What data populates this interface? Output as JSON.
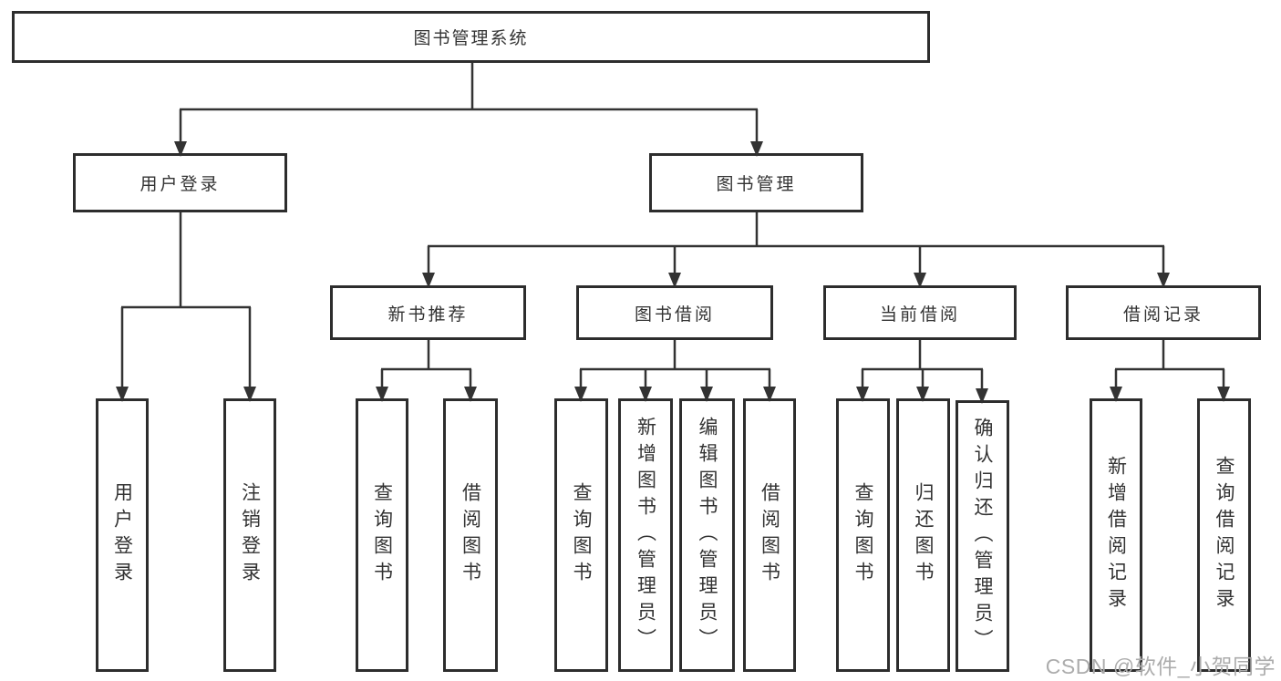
{
  "root": "图书管理系统",
  "level2": {
    "userLogin": "用户登录",
    "bookManagement": "图书管理"
  },
  "level3": {
    "newBookRecommend": "新书推荐",
    "bookBorrow": "图书借阅",
    "currentBorrow": "当前借阅",
    "borrowRecords": "借阅记录"
  },
  "level4": {
    "userLogin": [
      "用户登录",
      "注销登录"
    ],
    "newBookRecommend": [
      "查询图书",
      "借阅图书"
    ],
    "bookBorrow": [
      "查询图书",
      "新增图书（管理员）",
      "编辑图书（管理员）",
      "借阅图书"
    ],
    "currentBorrow": [
      "查询图书",
      "归还图书",
      "确认归还（管理员）"
    ],
    "borrowRecords": [
      "新增借阅记录",
      "查询借阅记录"
    ]
  },
  "watermark": "CSDN @软件_小贺同学",
  "colors": {
    "line": "#333333",
    "border": "#2d2d2d",
    "text": "#333333",
    "watermark": "#acacac",
    "background": "#ffffff"
  }
}
